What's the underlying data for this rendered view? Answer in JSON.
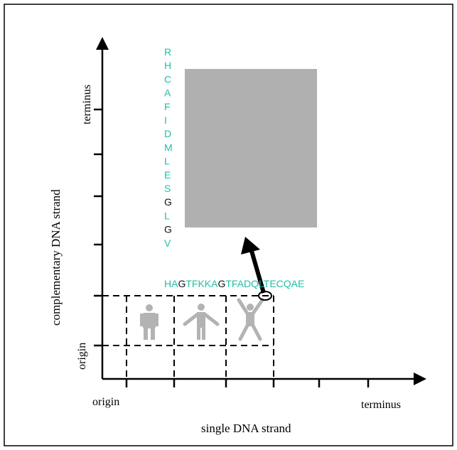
{
  "axes": {
    "x_label": "single DNA strand",
    "y_label": "complementary DNA strand",
    "x_origin": "origin",
    "x_terminus": "terminus",
    "y_origin": "origin",
    "y_terminus": "terminus"
  },
  "sequences": {
    "vertical": [
      {
        "ch": "R",
        "color": "teal"
      },
      {
        "ch": "H",
        "color": "teal"
      },
      {
        "ch": "C",
        "color": "teal"
      },
      {
        "ch": "A",
        "color": "teal"
      },
      {
        "ch": "F",
        "color": "teal"
      },
      {
        "ch": "I",
        "color": "teal"
      },
      {
        "ch": "D",
        "color": "teal"
      },
      {
        "ch": "M",
        "color": "teal"
      },
      {
        "ch": "L",
        "color": "teal"
      },
      {
        "ch": "E",
        "color": "teal"
      },
      {
        "ch": "S",
        "color": "teal"
      },
      {
        "ch": "G",
        "color": "black"
      },
      {
        "ch": "L",
        "color": "teal"
      },
      {
        "ch": "G",
        "color": "black"
      },
      {
        "ch": "V",
        "color": "teal"
      }
    ],
    "horizontal": [
      {
        "text": "HA",
        "color": "teal"
      },
      {
        "text": "G",
        "color": "black"
      },
      {
        "text": "TFKKA",
        "color": "teal"
      },
      {
        "text": "G",
        "color": "black"
      },
      {
        "text": "TFADQLTECQAE",
        "color": "teal"
      }
    ]
  },
  "colors": {
    "teal": "#1fc1a6",
    "black": "#111111",
    "gray_box": "#b0b0b0",
    "figure": "#b3b3b3"
  },
  "icons": [
    "closed-figure-icon",
    "half-open-figure-icon",
    "open-figure-icon"
  ]
}
